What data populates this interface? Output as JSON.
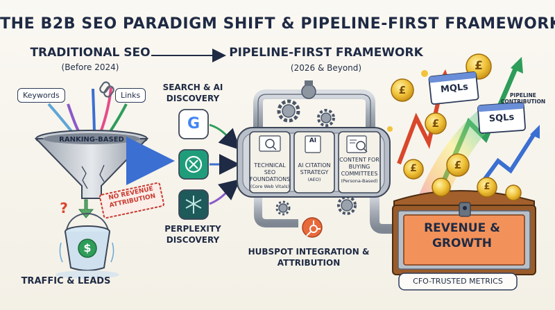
{
  "title": "THE B2B SEO PARADIGM SHIFT & PIPELINE-FIRST FRAMEWORK",
  "traditional": {
    "heading": "TRADITIONAL SEO",
    "period": "(Before 2024)",
    "inputs": [
      "Keywords",
      "Links"
    ],
    "funnel_label": "RANKING-BASED",
    "stamp": "NO REVENUE ATTRIBUTION",
    "bucket_symbol": "$",
    "question": "?",
    "outcome": "TRAFFIC & LEADS"
  },
  "pipeline": {
    "heading": "PIPELINE-FIRST FRAMEWORK",
    "period": "(2026 & Beyond)",
    "sources": {
      "top": "SEARCH & AI DISCOVERY",
      "bottom": "PERPLEXITY DISCOVERY",
      "google_glyph": "G"
    },
    "panels": [
      {
        "title": "TECHNICAL SEO FOUNDATIONS",
        "sub": "(Core Web Vitals)"
      },
      {
        "title": "AI CITATION STRATEGY",
        "sub": "(AEO)",
        "icon_text": "AI"
      },
      {
        "title": "CONTENT FOR BUYING COMMITTEES",
        "sub": "(Persona-Based)"
      }
    ],
    "integration": "HUBSPOT INTEGRATION & ATTRIBUTION",
    "badges": [
      "MQLs",
      "SQLs"
    ],
    "pipeline_note": "PIPELINE CONTRIBUTION",
    "coin_symbol": "£",
    "chest_label": "REVENUE & GROWTH",
    "metrics_label": "CFO-TRUSTED METRICS"
  },
  "colors": {
    "ink": "#1f2a44",
    "pipe": "#aeb4bd",
    "gold": "#e9b730",
    "green_arrow": "#2e9d5a",
    "red_arrow": "#d9472b",
    "blue_arrow": "#3b6fd1",
    "stamp_red": "#c93a2f",
    "hubspot": "#e8693a"
  }
}
